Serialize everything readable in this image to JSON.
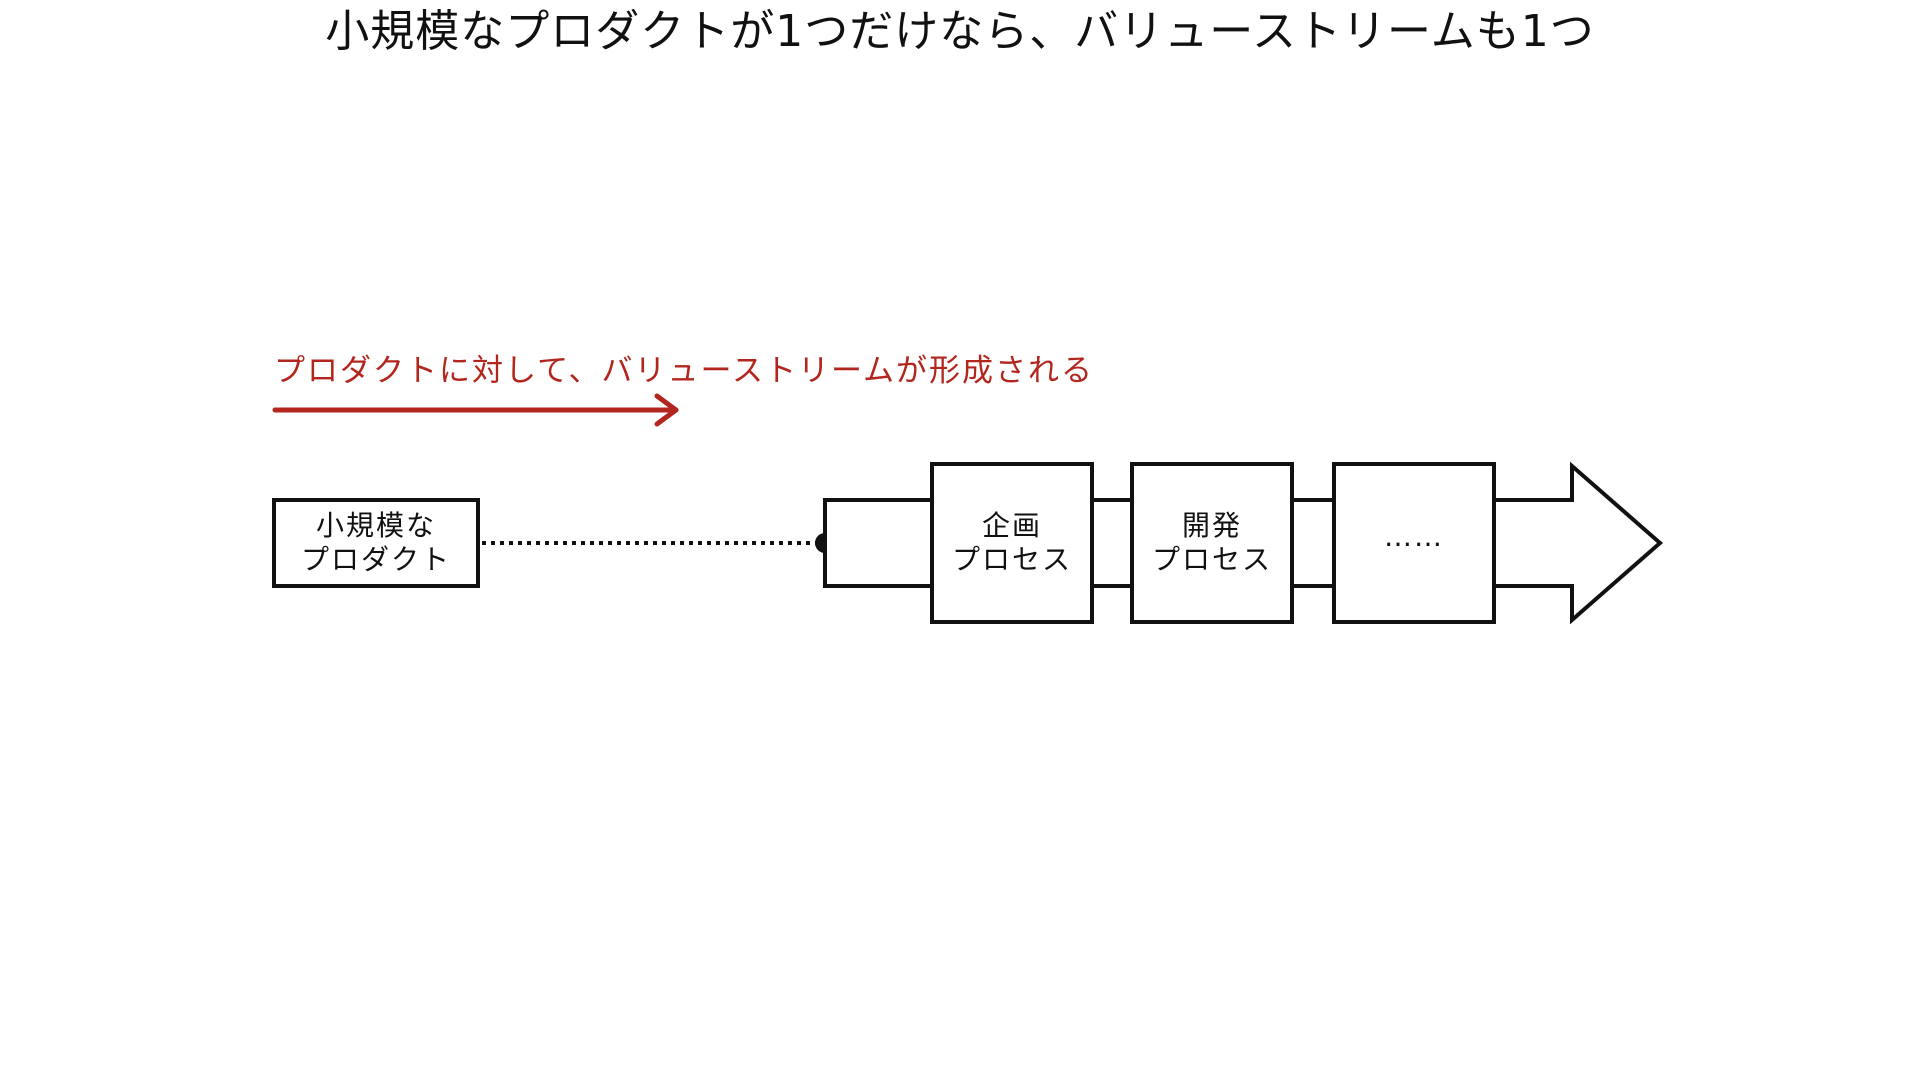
{
  "title": "小規模なプロダクトが1つだけなら、バリューストリームも1つ",
  "annotation": {
    "text": "プロダクトに対して、バリューストリームが形成される",
    "color": "#b3261e"
  },
  "product_box": {
    "line1": "小規模な",
    "line2": "プロダクト"
  },
  "stages": [
    {
      "line1": "企画",
      "line2": "プロセス"
    },
    {
      "line1": "開発",
      "line2": "プロセス"
    },
    {
      "line1": "……",
      "line2": ""
    }
  ],
  "colors": {
    "ink": "#111111",
    "accent": "#b3261e",
    "background": "#ffffff"
  }
}
